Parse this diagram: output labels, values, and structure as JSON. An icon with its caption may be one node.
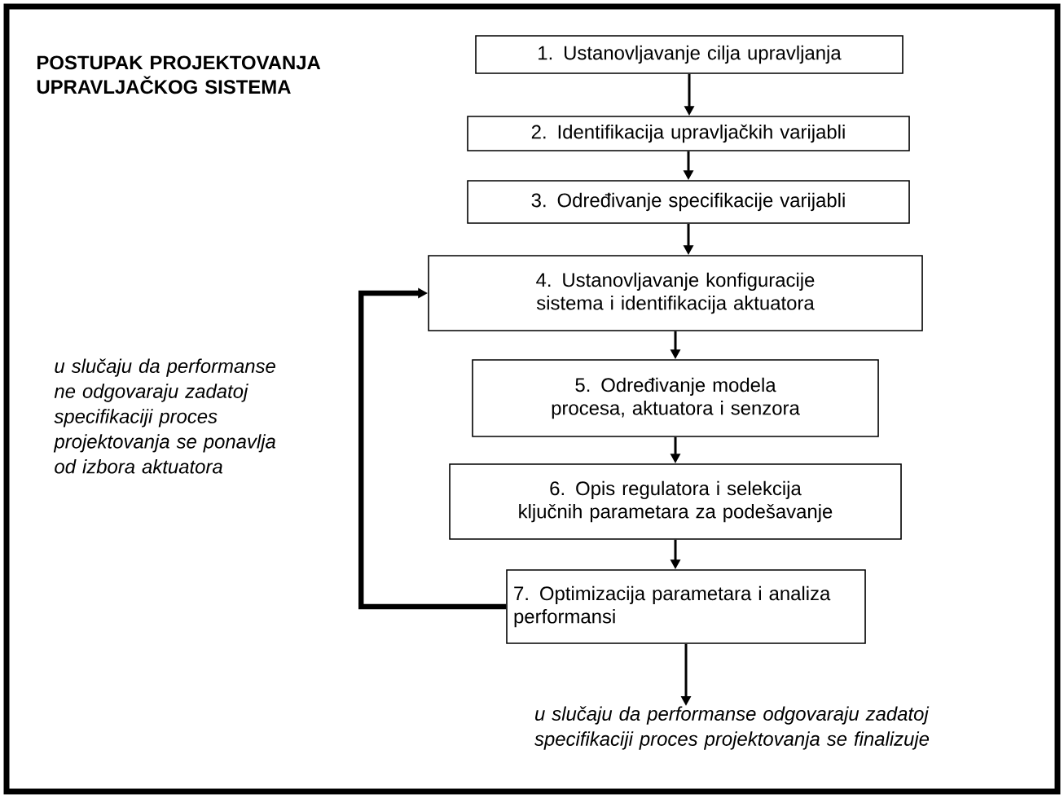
{
  "diagram": {
    "title": "POSTUPAK PROJEKTOVANJA UPRAVLJAČKOG SISTEMA",
    "nodes": [
      {
        "text": [
          "1. Ustanovljavanje cilja upravljanja"
        ]
      },
      {
        "text": [
          "2. Identifikacija upravljačkih varijabli"
        ]
      },
      {
        "text": [
          "3. Određivanje specifikacije varijabli"
        ]
      },
      {
        "text": [
          "4. Ustanovljavanje konfiguracije sistema i identifikacija aktuatora"
        ]
      },
      {
        "text": [
          "5. Određivanje modela procesa, aktuatora i senzora"
        ]
      },
      {
        "text": [
          "6. Opis regulatora i selekcija ključnih parametara za podešavanje"
        ]
      },
      {
        "text": [
          "7. Optimizacija parametara i analiza performansi"
        ]
      },
      {
        "text": [
          "u slučaju da performanse odgovaraju zadatoj specifikaciji proces projektovanja se finalizuje"
        ]
      }
    ],
    "edges": [
      {
        "from": 0,
        "to": 1,
        "arrow": "to"
      },
      {
        "from": 1,
        "to": 2,
        "arrow": "to"
      },
      {
        "from": 2,
        "to": 3,
        "arrow": "to"
      },
      {
        "from": 3,
        "to": 4,
        "arrow": "to"
      },
      {
        "from": 4,
        "to": 5,
        "arrow": "to"
      },
      {
        "from": 5,
        "to": 6,
        "arrow": "to"
      },
      {
        "from": 6,
        "to": 3,
        "arrow": "to",
        "style": "thick"
      },
      {
        "from": 6,
        "to": 7,
        "arrow": "to"
      }
    ],
    "labels": [
      "u slučaju da performanse ne odgovaraju zadatoj specifikaciji proces projektovanja se ponavlja od izbora aktuatora"
    ]
  }
}
